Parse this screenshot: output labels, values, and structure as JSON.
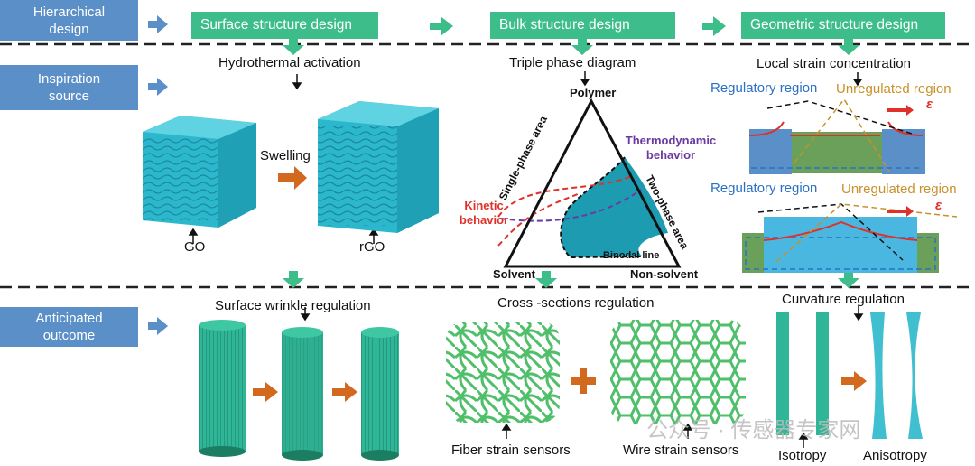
{
  "rows": {
    "hierarchical": "Hierarchical design",
    "inspiration": "Inspiration source",
    "outcome": "Anticipated outcome"
  },
  "headers": {
    "surface": "Surface structure design",
    "bulk": "Bulk structure design",
    "geometric": "Geometric structure design"
  },
  "surface": {
    "activation": "Hydrothermal activation",
    "swelling": "Swelling",
    "go": "GO",
    "rgo": "rGO"
  },
  "bulk": {
    "title": "Triple phase diagram",
    "polymer": "Polymer",
    "solvent": "Solvent",
    "nonsolvent": "Non-solvent",
    "single_phase": "Single-phase area",
    "two_phase": "Two-phase area",
    "thermo": "Thermodynamic behavior",
    "kinetic": "Kinetic behavior",
    "binodal": "Binodal line"
  },
  "geometric": {
    "title": "Local strain concentration",
    "reg1": "Regulatory region",
    "unreg1": "Unregulated region",
    "reg2": "Regulatory region",
    "unreg2": "Unregulated region",
    "epsilon": "ε"
  },
  "outcome": {
    "wrinkle": "Surface wrinkle regulation",
    "cross": "Cross -sections regulation",
    "curvature": "Curvature regulation",
    "fiber": "Fiber strain sensors",
    "wire": "Wire strain sensors",
    "isotropy": "Isotropy",
    "anisotropy": "Anisotropy"
  },
  "watermark": "公众号 · 传感器专家网",
  "colors": {
    "row_blue": "#5b8fc7",
    "header_green": "#3dbd8a",
    "arrow_orange": "#d2691e",
    "teal": "#29a9bd",
    "red": "#e0302a",
    "purple": "#6a3aa0"
  }
}
